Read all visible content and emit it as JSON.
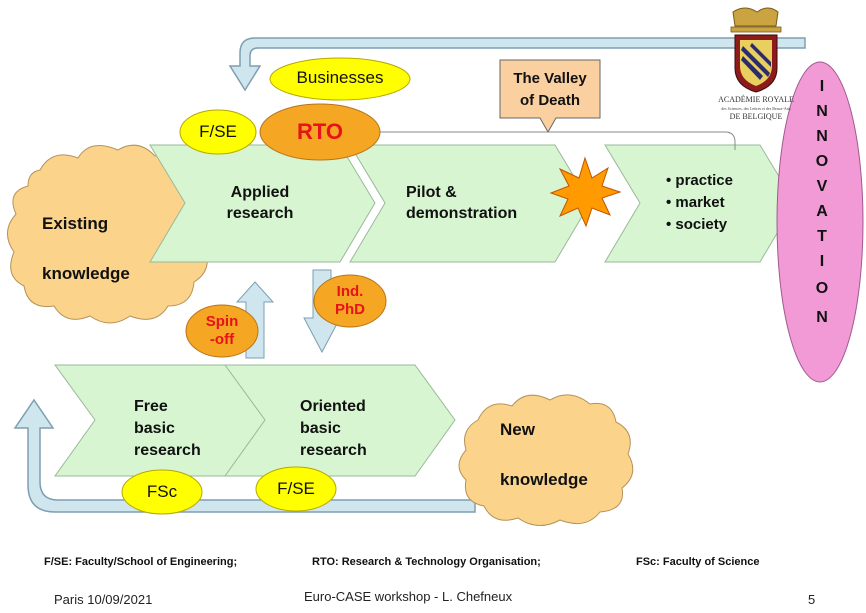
{
  "nodes": {
    "businesses": "Businesses",
    "fse_top": "F/SE",
    "rto": "RTO",
    "valley_line1": "The Valley",
    "valley_line2": "of Death",
    "existing_line1": "Existing",
    "existing_line2": "knowledge",
    "applied_line1": "Applied",
    "applied_line2": "research",
    "pilot_line1": "Pilot &",
    "pilot_line2": "demonstration",
    "outcome_items": [
      "• practice",
      "• market",
      "• society"
    ],
    "innovation_letters": [
      "I",
      "N",
      "N",
      "O",
      "V",
      "A",
      "T",
      "I",
      "O",
      "N"
    ],
    "spinoff_line1": "Spin",
    "spinoff_line2": "-off",
    "indphd_line1": "Ind.",
    "indphd_line2": "PhD",
    "free_line1": "Free",
    "free_line2": "basic",
    "free_line3": "research",
    "oriented_line1": "Oriented",
    "oriented_line2": "basic",
    "oriented_line3": "research",
    "new_line1": "New",
    "new_line2": "knowledge",
    "fsc": "FSc",
    "fse_bottom": "F/SE"
  },
  "logo": {
    "line1": "ACADÉMIE ROYALE",
    "line2": "des Sciences, des Lettres et des Beaux-Arts",
    "line3": "DE BELGIQUE"
  },
  "legend": {
    "fse": "F/SE: Faculty/School of Engineering;",
    "rto": "RTO: Research & Technology Organisation;",
    "fsc": "FSc: Faculty of Science"
  },
  "footer": {
    "date": "Paris 10/09/2021",
    "event": "Euro-CASE workshop - L. Chefneux",
    "page": "5"
  },
  "colors": {
    "cloud": "#fbd38a",
    "chevron": "#d6f5d0",
    "rto": "#f5a623",
    "yellow_ellipse": "#ffff00",
    "callout": "#fbd0a0",
    "innovation": "#f19ad6",
    "arrow": "#cfe6ef",
    "burst": "#ff9a00"
  }
}
